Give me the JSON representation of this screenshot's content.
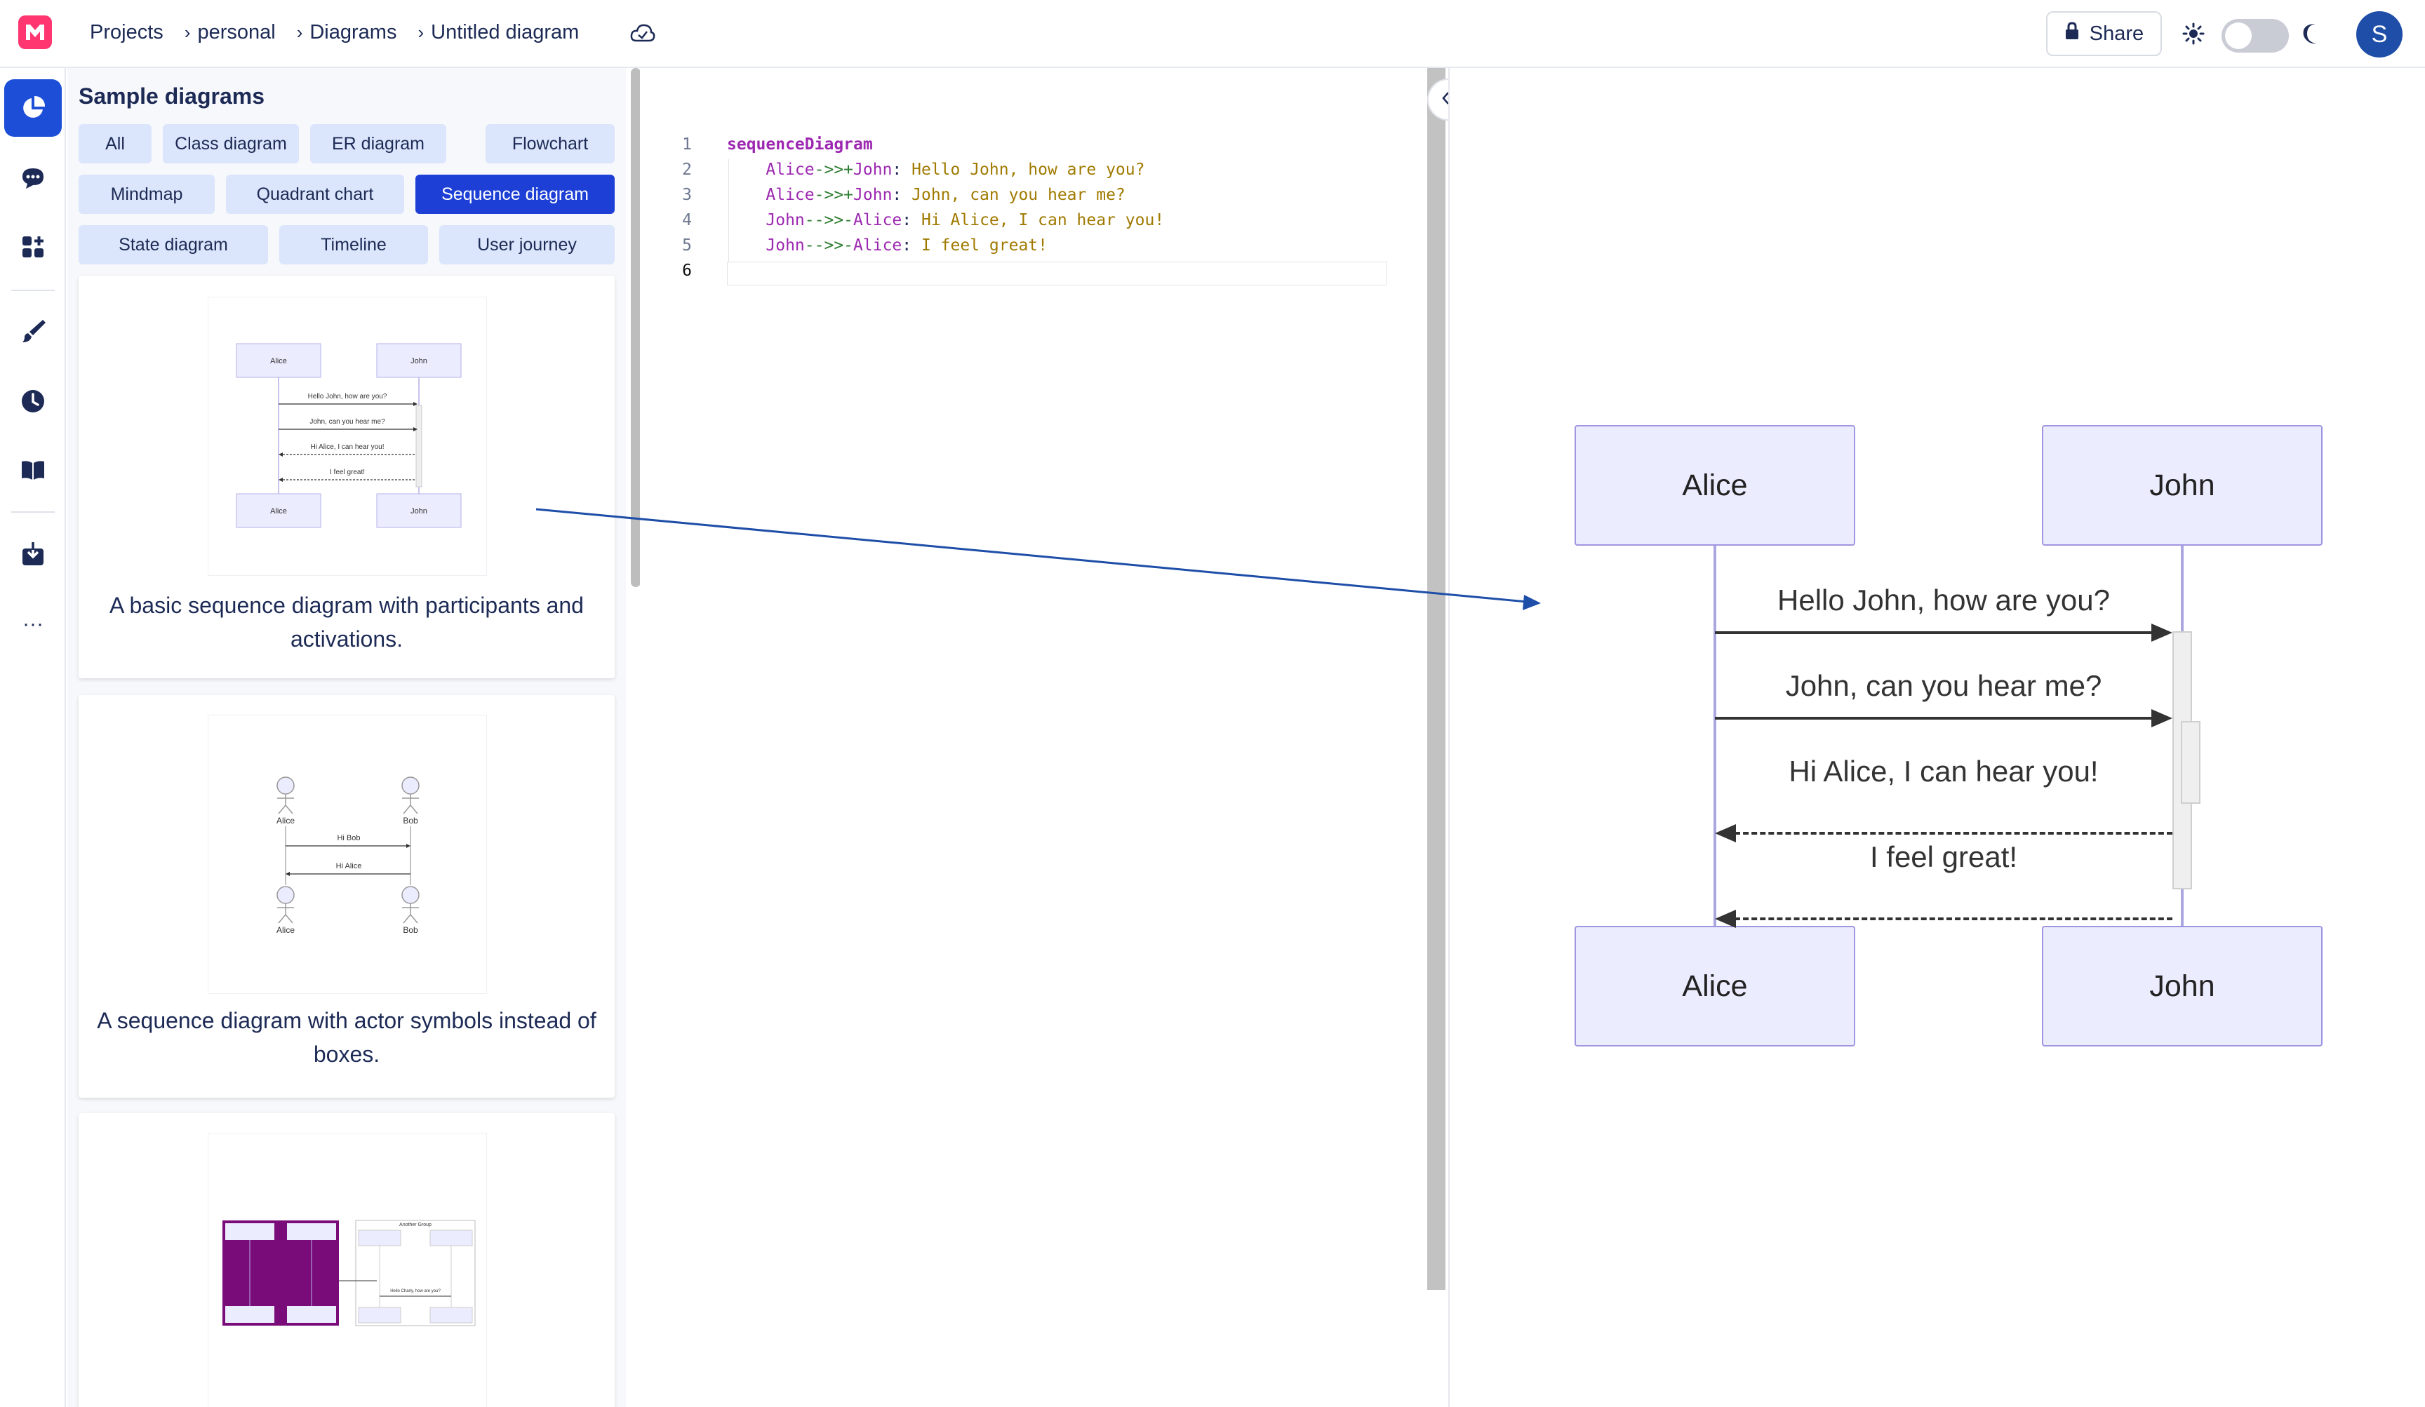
{
  "header": {
    "breadcrumbs": [
      "Projects",
      "personal",
      "Diagrams",
      "Untitled diagram"
    ],
    "breadcrumb_separator": "›",
    "share_label": "Share",
    "avatar_initial": "S",
    "brand_color": "#ff3670",
    "accent_color": "#1d4ed8"
  },
  "rail": {
    "items": [
      "diagram-icon",
      "chat-icon",
      "add-apps-icon",
      "brush-icon",
      "history-icon",
      "book-icon",
      "import-icon",
      "more-icon"
    ],
    "more_label": "···"
  },
  "samples": {
    "title": "Sample diagrams",
    "filters": [
      "All",
      "Class diagram",
      "ER diagram",
      "Flowchart",
      "Mindmap",
      "Quadrant chart",
      "Sequence diagram",
      "State diagram",
      "Timeline",
      "User journey"
    ],
    "active_filter": "Sequence diagram",
    "cards": [
      {
        "description": "A basic sequence diagram with participants and activations.",
        "thumb": {
          "actors": [
            "Alice",
            "John"
          ],
          "messages": [
            "Hello John, how are you?",
            "John, can you hear me?",
            "Hi Alice, I can hear you!",
            "I feel great!"
          ]
        }
      },
      {
        "description": "A sequence diagram with actor symbols instead of boxes.",
        "thumb": {
          "actors": [
            "Alice",
            "Bob"
          ],
          "messages": [
            "Hi Bob",
            "Hi Alice"
          ]
        }
      },
      {
        "description": "",
        "thumb": {
          "group_label": "Another Group",
          "message": "Hello Charly, how are you?"
        }
      }
    ]
  },
  "editor": {
    "lines": [
      {
        "num": "1",
        "tokens": [
          {
            "t": "sequenceDiagram",
            "c": "kw"
          }
        ]
      },
      {
        "num": "2",
        "tokens": [
          {
            "t": "    ",
            "c": ""
          },
          {
            "t": "Alice",
            "c": "act"
          },
          {
            "t": "->>+",
            "c": "arr"
          },
          {
            "t": "John",
            "c": "act"
          },
          {
            "t": ": ",
            "c": ""
          },
          {
            "t": "Hello John, how are you?",
            "c": "msg"
          }
        ]
      },
      {
        "num": "3",
        "tokens": [
          {
            "t": "    ",
            "c": ""
          },
          {
            "t": "Alice",
            "c": "act"
          },
          {
            "t": "->>+",
            "c": "arr"
          },
          {
            "t": "John",
            "c": "act"
          },
          {
            "t": ": ",
            "c": ""
          },
          {
            "t": "John, can you hear me?",
            "c": "msg"
          }
        ]
      },
      {
        "num": "4",
        "tokens": [
          {
            "t": "    ",
            "c": ""
          },
          {
            "t": "John",
            "c": "act"
          },
          {
            "t": "-->>-",
            "c": "arr"
          },
          {
            "t": "Alice",
            "c": "act"
          },
          {
            "t": ": ",
            "c": ""
          },
          {
            "t": "Hi Alice, I can hear you!",
            "c": "msg"
          }
        ]
      },
      {
        "num": "5",
        "tokens": [
          {
            "t": "    ",
            "c": ""
          },
          {
            "t": "John",
            "c": "act"
          },
          {
            "t": "-->>-",
            "c": "arr"
          },
          {
            "t": "Alice",
            "c": "act"
          },
          {
            "t": ": ",
            "c": ""
          },
          {
            "t": "I feel great!",
            "c": "msg"
          }
        ]
      },
      {
        "num": "6",
        "tokens": []
      }
    ]
  },
  "preview": {
    "actors": [
      "Alice",
      "John"
    ],
    "messages": [
      {
        "text": "Hello John, how are you?",
        "style": "solid",
        "dir": "right"
      },
      {
        "text": "John, can you hear me?",
        "style": "solid",
        "dir": "right"
      },
      {
        "text": "Hi Alice, I can hear you!",
        "style": "dashed",
        "dir": "left"
      },
      {
        "text": "I feel great!",
        "style": "dashed",
        "dir": "left"
      }
    ]
  }
}
